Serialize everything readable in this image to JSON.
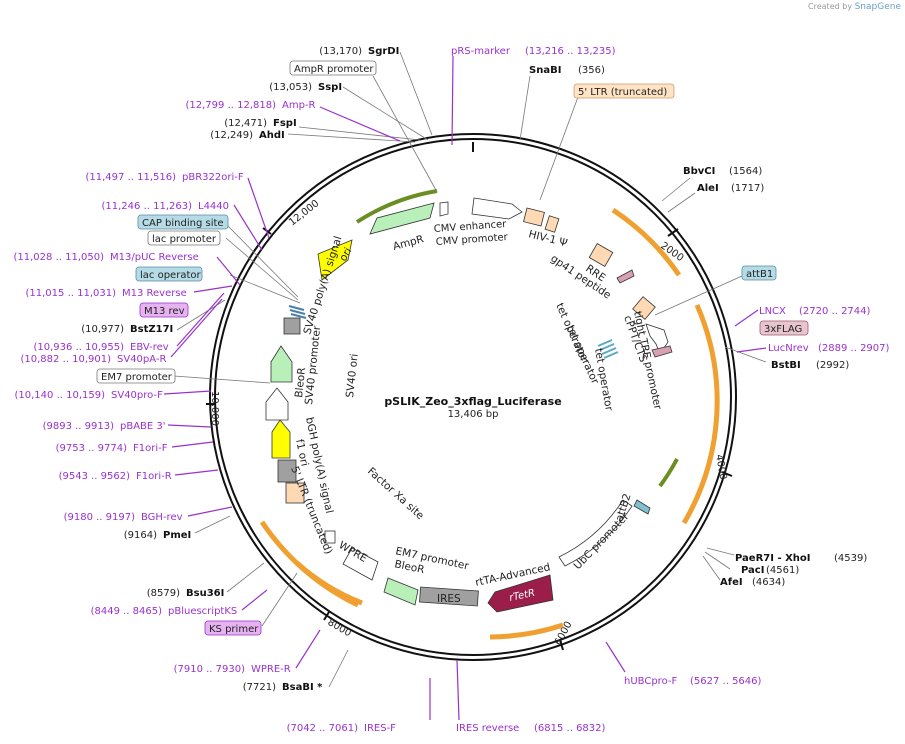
{
  "header": {
    "credit_prefix": "Created by",
    "credit_brand": "SnapGene"
  },
  "plasmid": {
    "name": "pSLIK_Zeo_3xflag_Luciferase",
    "size": "13,406 bp",
    "length": 13406
  },
  "colors": {
    "primer": "#9932cc",
    "enzyme": "#111111",
    "ring": "#111111",
    "orange": "#f0a030",
    "green": "#b9f0b9",
    "yellow": "#ffff00",
    "grey": "#a0a0a0",
    "peach": "#ffd9b3",
    "pink": "#d8a0b0",
    "teal": "#7fbfcf",
    "maroon": "#9b1e4a"
  },
  "ticks": [
    "2000",
    "4000",
    "6000",
    "8000",
    "10,000",
    "12,000"
  ],
  "enzymes": [
    {
      "pos": "(13,170)",
      "name": "SgrDI"
    },
    {
      "pos": "(13,053)",
      "name": "SspI"
    },
    {
      "pos": "(12,471)",
      "name": "FspI"
    },
    {
      "pos": "(12,249)",
      "name": "AhdI"
    },
    {
      "pos": "(356)",
      "name": "SnaBI"
    },
    {
      "pos": "(1564)",
      "name": "BbvCI"
    },
    {
      "pos": "(1717)",
      "name": "AleI"
    },
    {
      "pos": "(2992)",
      "name": "BstBI"
    },
    {
      "pos": "(4539)",
      "name": "PaeR7I - XhoI"
    },
    {
      "pos": "(4561)",
      "name": "PacI"
    },
    {
      "pos": "(4634)",
      "name": "AfeI"
    },
    {
      "pos": "(10,977)",
      "name": "BstZ17I"
    },
    {
      "pos": "(9164)",
      "name": "PmeI"
    },
    {
      "pos": "(8579)",
      "name": "Bsu36I"
    },
    {
      "pos": "(7721)",
      "name": "BsaBI *"
    }
  ],
  "primers": [
    {
      "name": "pRS-marker",
      "range": "(13,216 .. 13,235)"
    },
    {
      "name": "Amp-R",
      "range": "(12,799 .. 12,818)"
    },
    {
      "name": "pBR322ori-F",
      "range": "(11,497 .. 11,516)"
    },
    {
      "name": "L4440",
      "range": "(11,246 .. 11,263)"
    },
    {
      "name": "M13/pUC Reverse",
      "range": "(11,028 .. 11,050)"
    },
    {
      "name": "M13 Reverse",
      "range": "(11,015 .. 11,031)"
    },
    {
      "name": "EBV-rev",
      "range": "(10,936 .. 10,955)"
    },
    {
      "name": "SV40pA-R",
      "range": "(10,882 .. 10,901)"
    },
    {
      "name": "SV40pro-F",
      "range": "(10,140 .. 10,159)"
    },
    {
      "name": "pBABE 3'",
      "range": "(9893 .. 9913)"
    },
    {
      "name": "F1ori-F",
      "range": "(9753 .. 9774)"
    },
    {
      "name": "F1ori-R",
      "range": "(9543 .. 9562)"
    },
    {
      "name": "BGH-rev",
      "range": "(9180 .. 9197)"
    },
    {
      "name": "pBluescriptKS",
      "range": "(8449 .. 8465)"
    },
    {
      "name": "WPRE-R",
      "range": "(7910 .. 7930)"
    },
    {
      "name": "IRES-F",
      "range": "(7042 .. 7061)"
    },
    {
      "name": "IRES reverse",
      "range": "(6815 .. 6832)"
    },
    {
      "name": "hUBCpro-F",
      "range": "(5627 .. 5646)"
    },
    {
      "name": "LNCX",
      "range": "(2720 .. 2744)"
    },
    {
      "name": "LucNrev",
      "range": "(2889 .. 2907)"
    }
  ],
  "boxed_labels": {
    "ampr_promoter": "AmpR promoter",
    "ltr5_truncated": "5' LTR (truncated)",
    "cap_binding_site": "CAP binding site",
    "lac_promoter": "lac promoter",
    "lac_operator": "lac operator",
    "m13_rev": "M13 rev",
    "em7_promoter": "EM7 promoter",
    "attb1": "attB1",
    "flag3x": "3xFLAG",
    "ks_primer": "KS primer"
  },
  "features": {
    "ampr": "AmpR",
    "cmv_enhancer": "CMV enhancer",
    "cmv_promoter": "CMV promoter",
    "hiv_psi": "HIV-1 Ψ",
    "rre": "RRE",
    "gp41": "gp41 peptide",
    "ori": "ori",
    "sv40_polya": "SV40 poly(A) signal",
    "sv40_promoter": "SV40 promoter",
    "bleor": "BleoR",
    "sv40_ori": "SV40 ori",
    "bgh_polya": "bGH poly(A) signal",
    "f1_ori": "f1 ori",
    "ltr5_inner": "5' LTR (truncated)",
    "factor_xa": "Factor Xa site",
    "wpre": "WPRE",
    "em7_inner": "EM7 promoter",
    "bleor_inner": "BleoR",
    "ires": "IRES",
    "rtta": "rtTA-Advanced",
    "rtetr": "rTetR",
    "ubc_promoter": "UbC promoter",
    "attb2": "attB2",
    "tet_op1": "tet operator",
    "tet_op2": "tet operator",
    "tet_op3": "tet operator",
    "cppt": "cPPT/CTS",
    "tight_tre": "tight TRE promoter"
  }
}
